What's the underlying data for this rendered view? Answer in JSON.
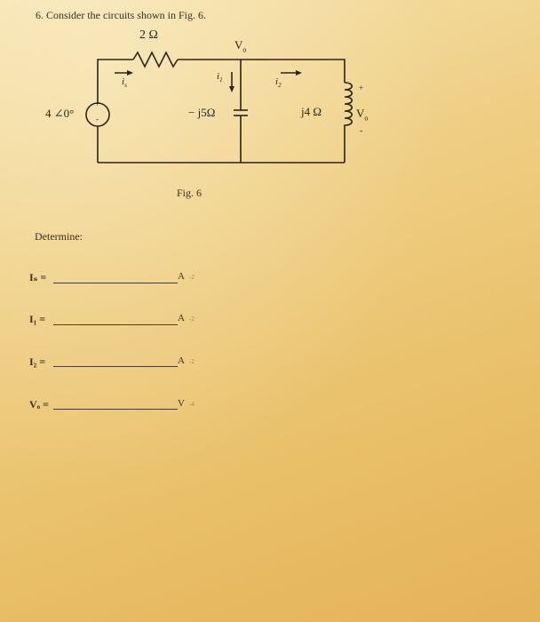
{
  "question": "6. Consider the circuits shown in Fig. 6.",
  "circuit": {
    "source_label": "4 ∠0°",
    "source_plus": "+",
    "source_minus": "-",
    "resistor_label": "2 Ω",
    "capacitor_label": "− j5Ω",
    "inductor_label": "j4 Ω",
    "node_label": "V",
    "node_sub": "o",
    "current_is": "i",
    "current_is_sub": "s",
    "current_i1": "i",
    "current_i1_sub": "1",
    "current_i2": "i",
    "current_i2_sub": "2",
    "vo_plus": "+",
    "vo_label": "V",
    "vo_sub": "o",
    "vo_minus": "-"
  },
  "figure_caption": "Fig. 6",
  "determine_label": "Determine:",
  "answers": [
    {
      "label": "Iₛ =",
      "unit": "A",
      "mark": "-2"
    },
    {
      "label": "I₁ =",
      "unit": "A",
      "mark": "-2"
    },
    {
      "label": "I₂ =",
      "unit": "A",
      "mark": "-2"
    },
    {
      "label": "Vₒ =",
      "unit": "V",
      "mark": "-4"
    }
  ]
}
